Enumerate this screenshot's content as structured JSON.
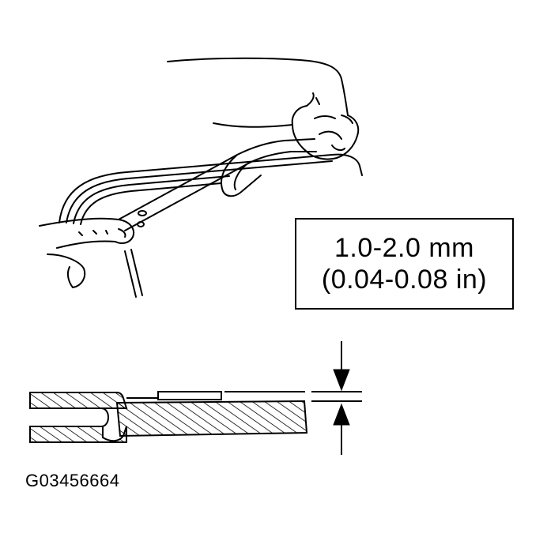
{
  "figure": {
    "spec_box": {
      "line1": "1.0-2.0 mm",
      "line2": "(0.04-0.08 in)"
    },
    "figure_id": "G03456664",
    "icons": {
      "hand_tool": "hand-with-pry-tool-illustration",
      "gap_arrows": "dimension-arrows",
      "molding_section": "hatched-cross-section"
    }
  }
}
